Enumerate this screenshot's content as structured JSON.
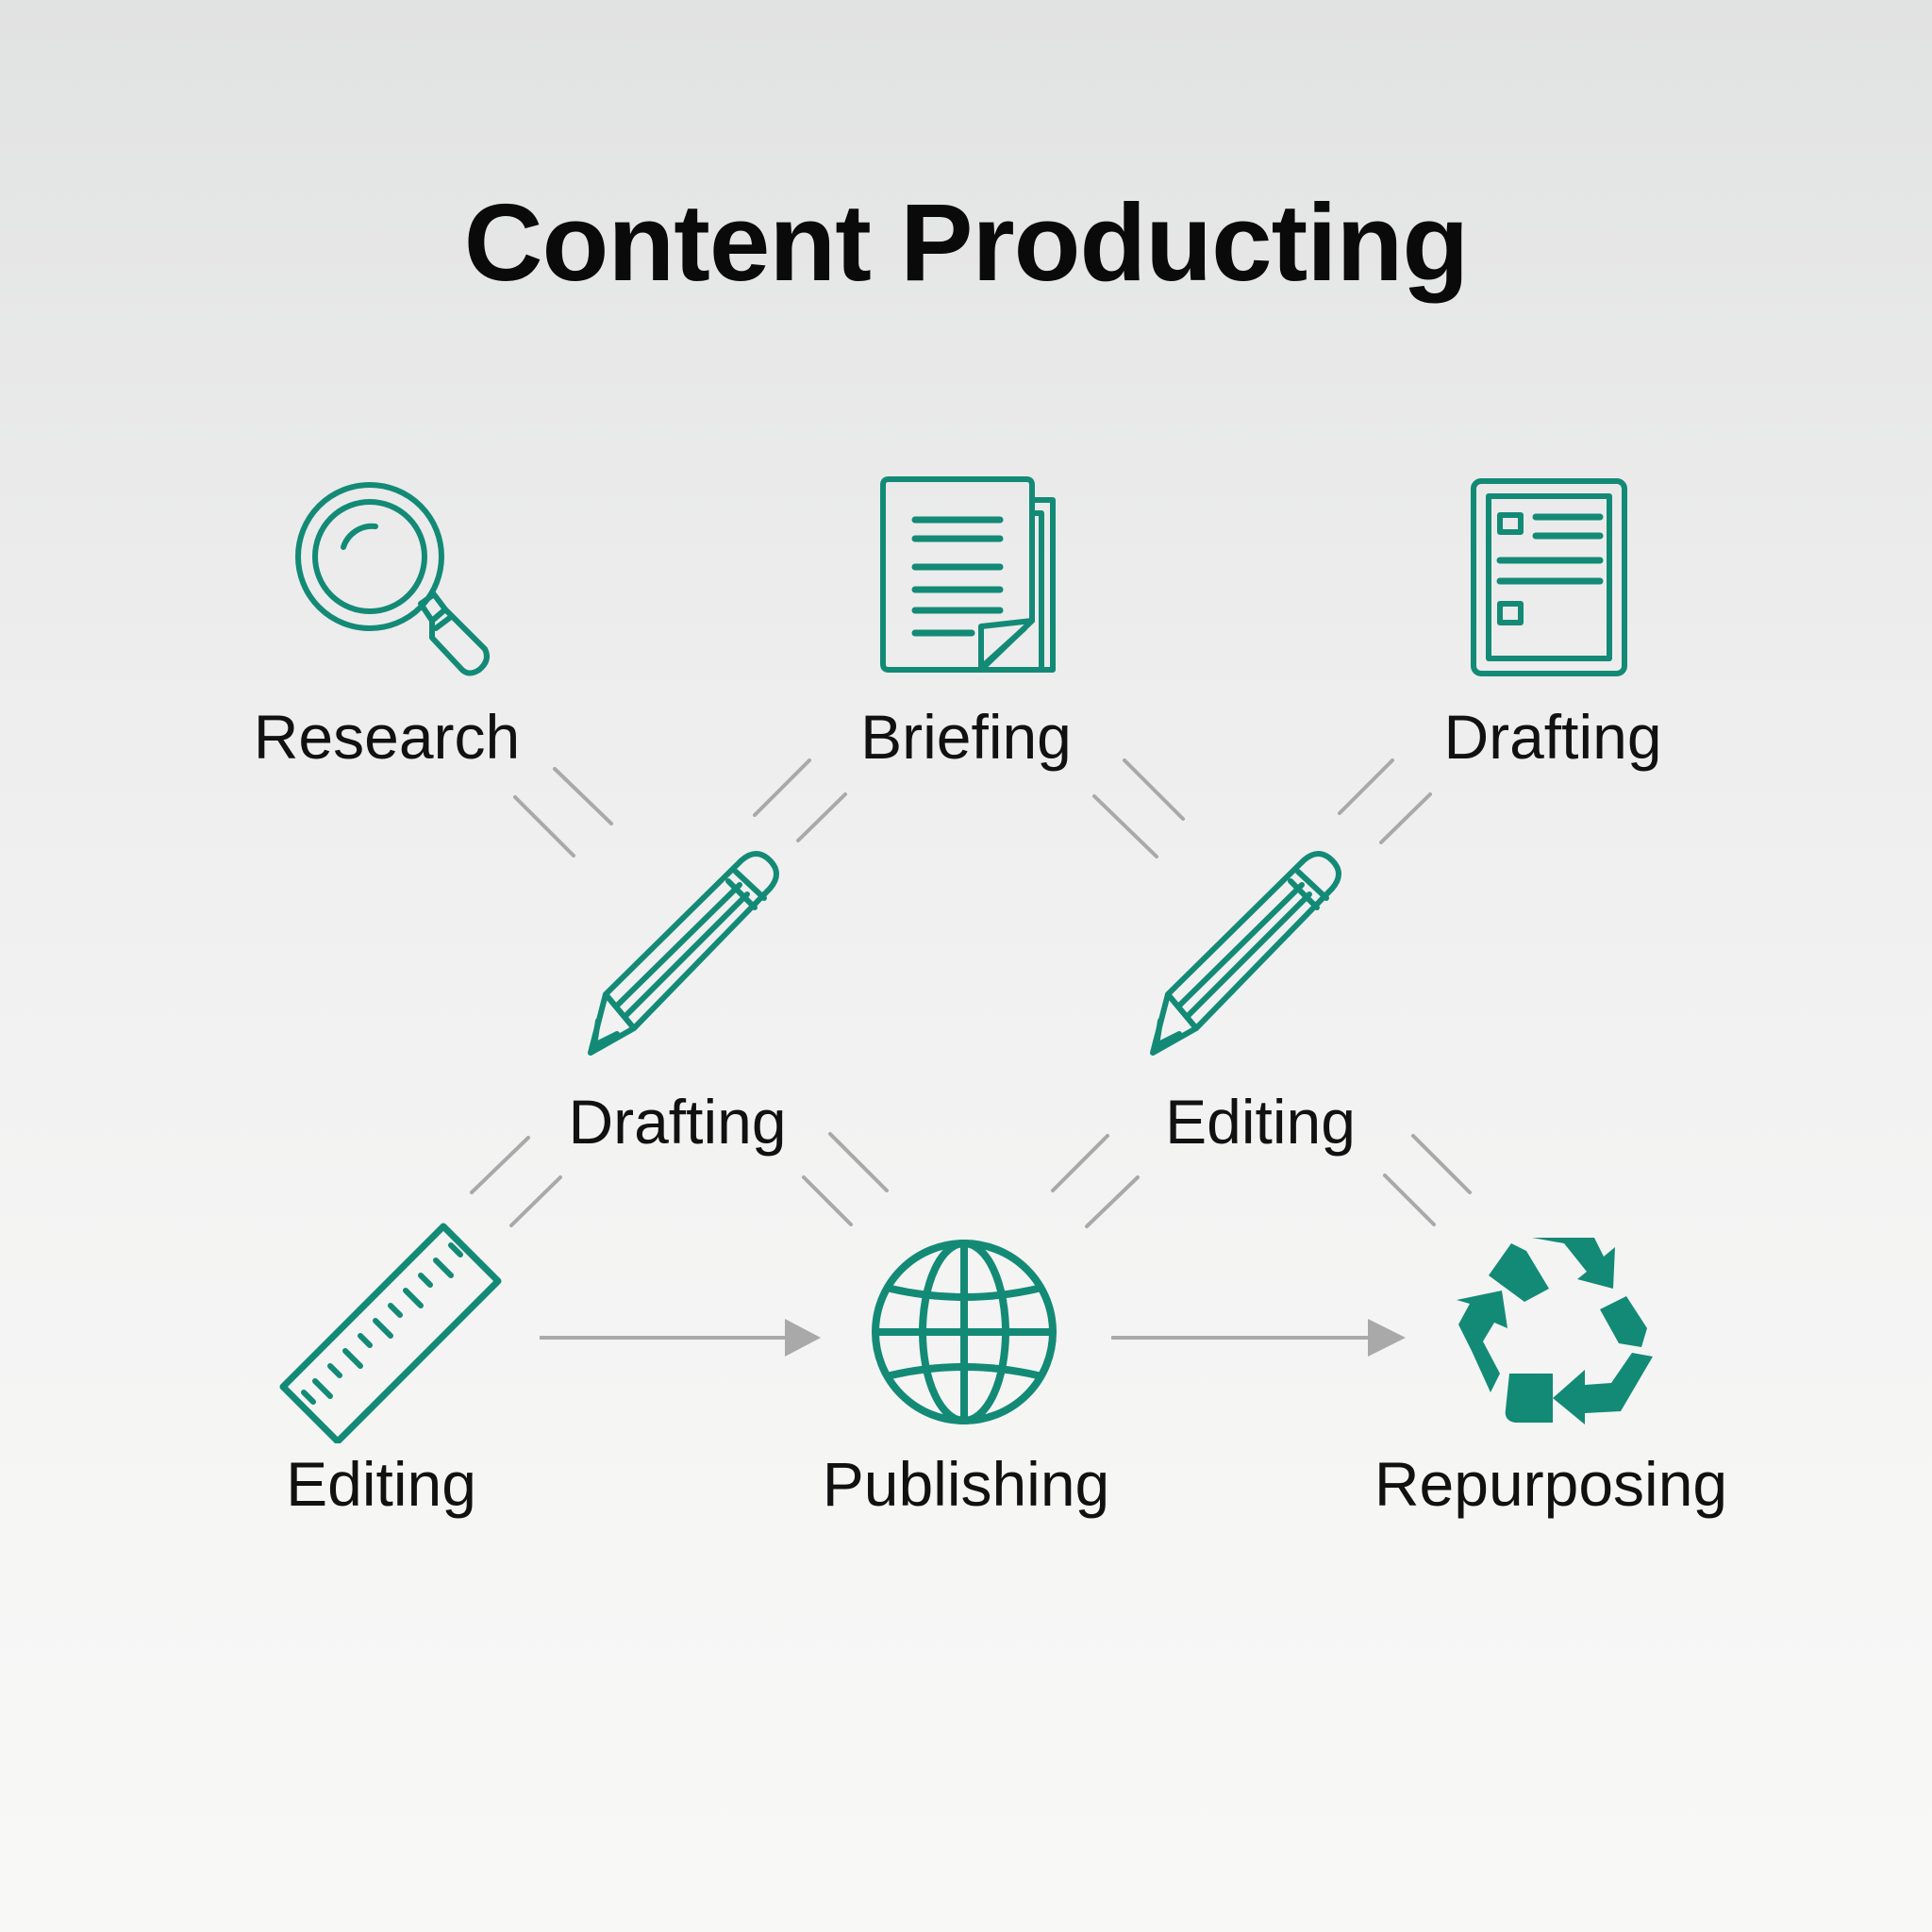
{
  "title": "Content Producting",
  "accent_color": "#138a76",
  "connector_color": "#a9a9a9",
  "nodes": [
    {
      "label": "Research",
      "icon": "magnifier-icon"
    },
    {
      "label": "Briefing",
      "icon": "document-icon"
    },
    {
      "label": "Drafting",
      "icon": "form-document-icon"
    },
    {
      "label": "Drafting",
      "icon": "pencil-icon"
    },
    {
      "label": "Editing",
      "icon": "pencil-icon"
    },
    {
      "label": "Editing",
      "icon": "ruler-icon"
    },
    {
      "label": "Publishing",
      "icon": "globe-icon"
    },
    {
      "label": "Repurposing",
      "icon": "recycle-icon"
    }
  ]
}
